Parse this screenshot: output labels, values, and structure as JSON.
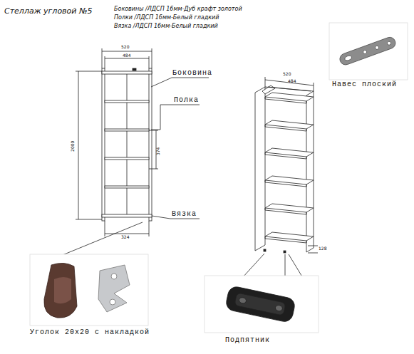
{
  "diagram": {
    "title": "Стеллаж угловой №5",
    "labels": [
      "Боковины /ЛДСП 16мм-Дуб крафт золотой",
      "Полки /ЛДСП 16мм-Белый гладкий",
      "Вязка /ЛДСП 16мм-Белый гладкий",
      "520",
      "484",
      "2000",
      "374",
      "Боковина",
      "Полка",
      "Вязка",
      "324",
      "520",
      "484",
      "128",
      "Навес плоский",
      "Уголок 20х20 с накладкой",
      "Подпятник"
    ]
  }
}
